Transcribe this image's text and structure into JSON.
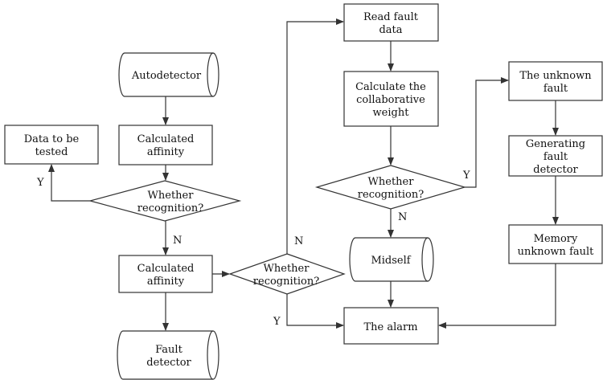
{
  "nodes": {
    "autodetector": [
      "Autodetector"
    ],
    "calc_affinity_1": [
      "Calculated",
      "affinity"
    ],
    "data_tested": [
      "Data to be",
      "tested"
    ],
    "whether_1": [
      "Whether",
      "recognition?"
    ],
    "calc_affinity_2": [
      "Calculated",
      "affinity"
    ],
    "fault_detector": [
      "Fault",
      "detector"
    ],
    "whether_2": [
      "Whether",
      "recognition?"
    ],
    "read_fault": [
      "Read fault",
      "data"
    ],
    "calc_weight": [
      "Calculate the",
      "collaborative",
      "weight"
    ],
    "whether_3": [
      "Whether",
      "recognition?"
    ],
    "midself": [
      "Midself"
    ],
    "alarm": [
      "The alarm"
    ],
    "unknown_fault": [
      "The unknown",
      "fault"
    ],
    "generating": [
      "Generating",
      "fault",
      "detector"
    ],
    "memory": [
      "Memory",
      "unknown fault"
    ]
  },
  "edge_labels": {
    "w1_yes": "Y",
    "w1_no": "N",
    "w2_no": "N",
    "w2_yes": "Y",
    "w3_yes": "Y",
    "w3_no": "N"
  }
}
